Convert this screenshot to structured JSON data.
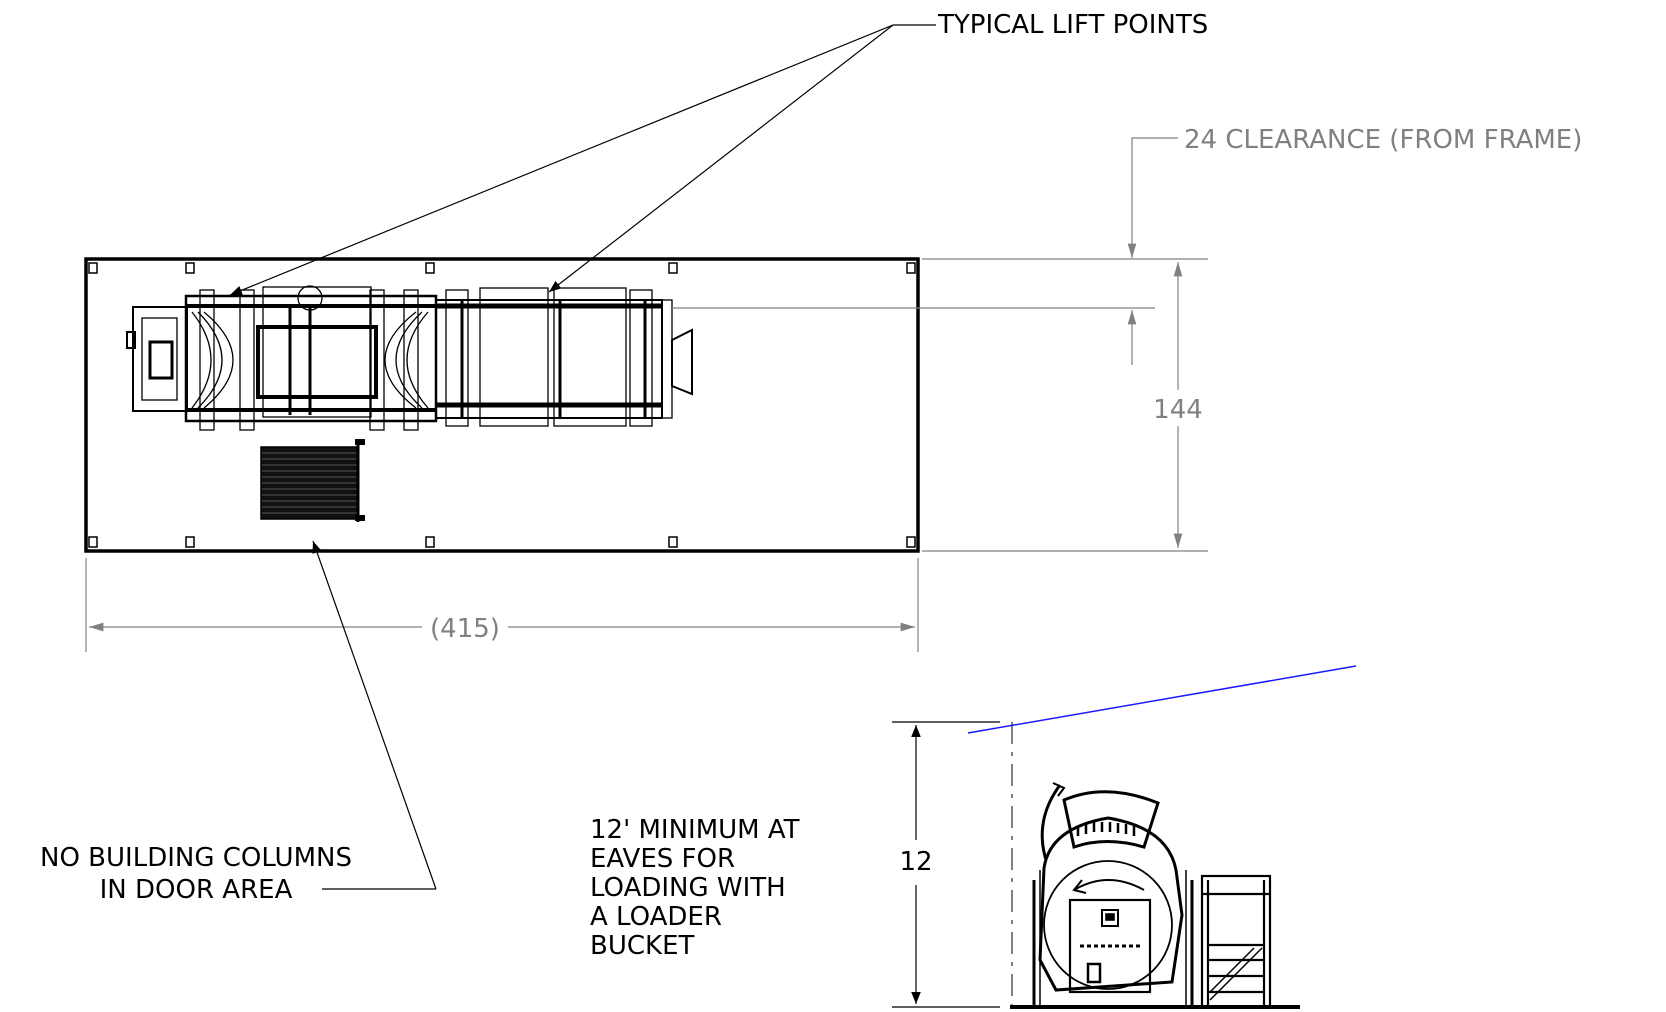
{
  "labels": {
    "lift_points": "TYPICAL LIFT POINTS",
    "clearance": "24 CLEARANCE (FROM FRAME)",
    "width_dim": "144",
    "length_dim": "(415)",
    "height_dim": "12",
    "columns_line1": "NO BUILDING COLUMNS",
    "columns_line2": "IN DOOR AREA",
    "eaves_line1": "12' MINIMUM AT",
    "eaves_line2": "EAVES FOR",
    "eaves_line3": "LOADING WITH",
    "eaves_line4": "A LOADER",
    "eaves_line5": "BUCKET"
  },
  "colors": {
    "line": "#000000",
    "dimension": "#808080",
    "roof_line": "#1a1aff"
  }
}
